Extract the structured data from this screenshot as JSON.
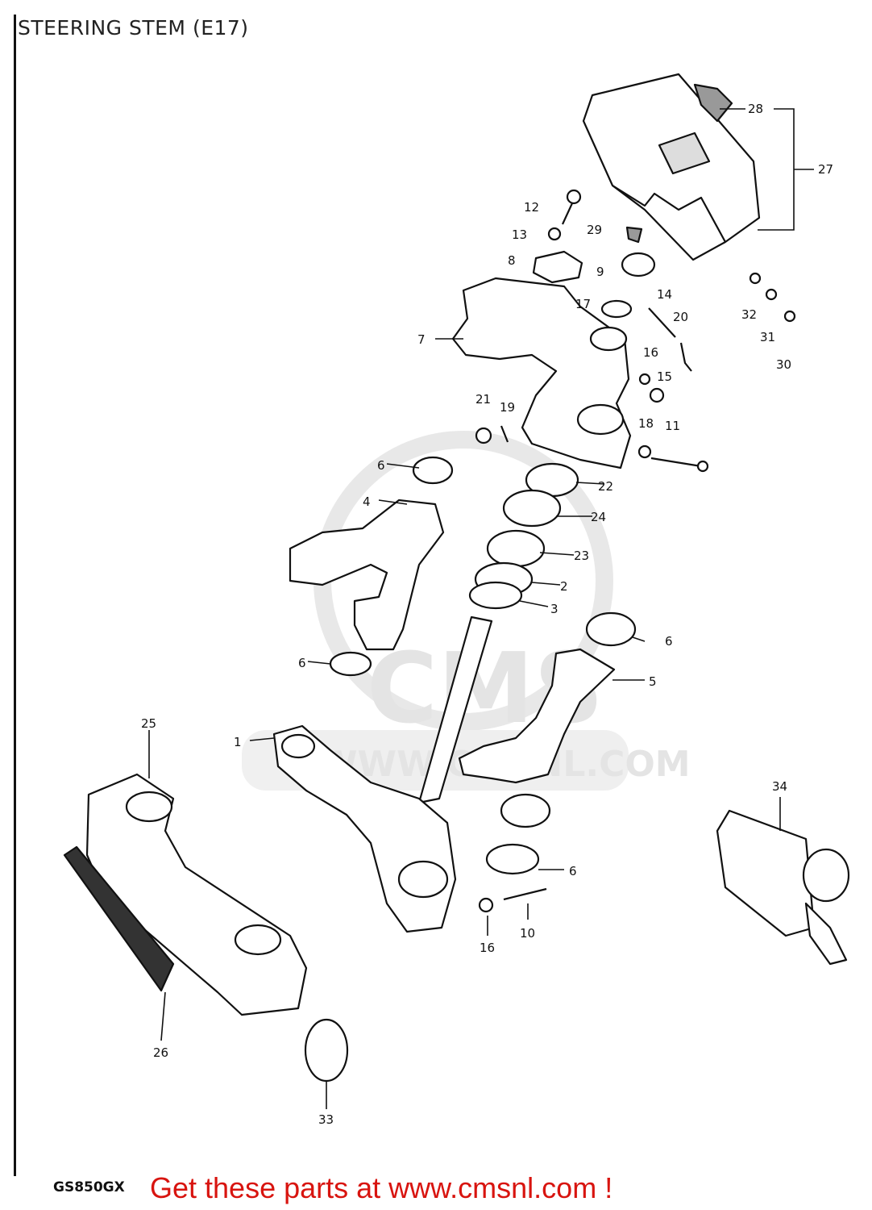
{
  "title": "STEERING STEM (E17)",
  "model_code": "GS850GX",
  "promo_text": "Get these parts at www.cmsnl.com !",
  "watermark": {
    "letters": "CMS",
    "url": "WWW.CMSNL.COM"
  },
  "part_labels": {
    "p1": "1",
    "p2": "2",
    "p3": "3",
    "p4": "4",
    "p5": "5",
    "p6a": "6",
    "p6b": "6",
    "p6c": "6",
    "p6d": "6",
    "p7": "7",
    "p8": "8",
    "p9": "9",
    "p10": "10",
    "p11": "11",
    "p12": "12",
    "p13": "13",
    "p14": "14",
    "p15": "15",
    "p16a": "16",
    "p16b": "16",
    "p17": "17",
    "p18": "18",
    "p19": "19",
    "p20": "20",
    "p21": "21",
    "p22": "22",
    "p23": "23",
    "p24": "24",
    "p25": "25",
    "p26": "26",
    "p27": "27",
    "p28": "28",
    "p29": "29",
    "p30": "30",
    "p31": "31",
    "p32": "32",
    "p33": "33",
    "p34": "34"
  }
}
